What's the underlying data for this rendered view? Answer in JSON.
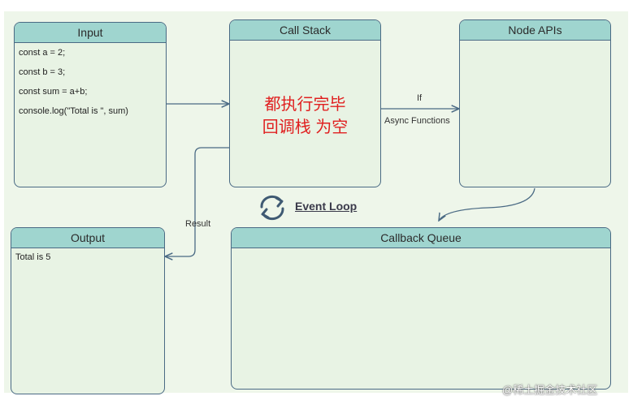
{
  "boxes": {
    "input": {
      "title": "Input",
      "lines": [
        "const a = 2;",
        "const b = 3;",
        "const sum = a+b;",
        "console.log(\"Total is \", sum)"
      ]
    },
    "call_stack": {
      "title": "Call Stack",
      "note_line1": "都执行完毕",
      "note_line2": "回调栈 为空"
    },
    "node_apis": {
      "title": "Node APIs"
    },
    "output": {
      "title": "Output",
      "value": "Total is 5"
    },
    "callback_queue": {
      "title": "Callback Queue"
    }
  },
  "edges": {
    "if_label": "If",
    "async_label": "Async Functions",
    "result_label": "Result"
  },
  "event_loop": {
    "label": "Event Loop",
    "icon": "refresh-cycle-icon"
  },
  "watermark": "@稀土掘金技术社区",
  "colors": {
    "header": "#9fd5cf",
    "body": "#e8f3e4",
    "border": "#4a6a84",
    "note": "#e02020"
  }
}
